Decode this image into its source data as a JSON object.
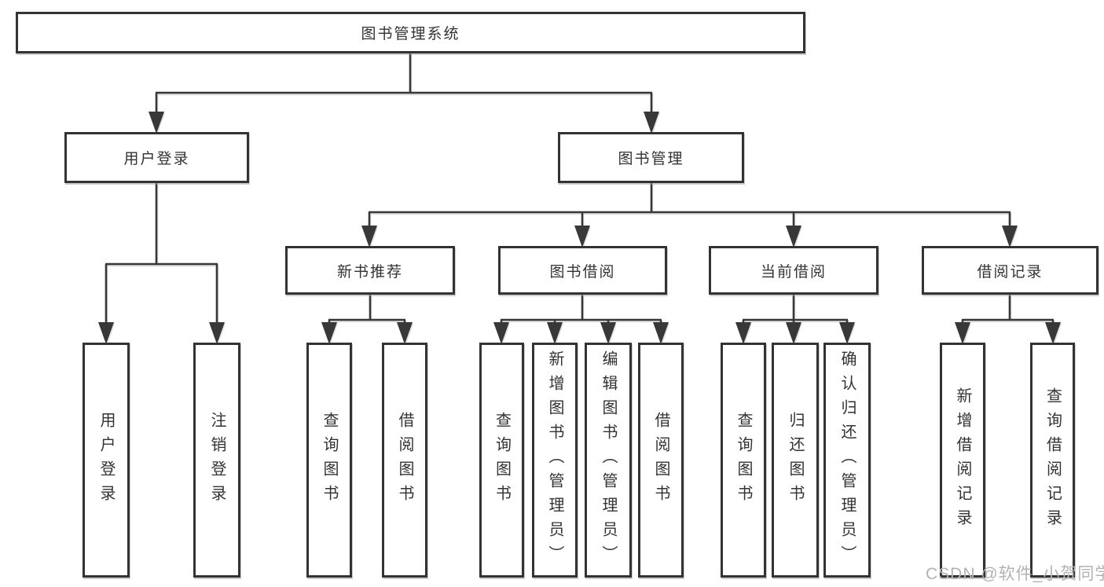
{
  "colors": {
    "line": "#383838",
    "box_border": "#333333",
    "box_fill": "#ffffff",
    "text": "#333333",
    "watermark": "#b3b3b3"
  },
  "watermark": {
    "text": "CSDN @软件_小贺同学"
  },
  "diagram": {
    "root": {
      "label": "图书管理系统"
    },
    "branches": [
      {
        "label": "用户登录",
        "children": [
          {
            "label": "用户登录"
          },
          {
            "label": "注销登录"
          }
        ]
      },
      {
        "label": "图书管理",
        "children": [
          {
            "label": "新书推荐",
            "children": [
              {
                "label": "查询图书"
              },
              {
                "label": "借阅图书"
              }
            ]
          },
          {
            "label": "图书借阅",
            "children": [
              {
                "label": "查询图书"
              },
              {
                "label": "新增图书（管理员）"
              },
              {
                "label": "编辑图书（管理员）"
              },
              {
                "label": "借阅图书"
              }
            ]
          },
          {
            "label": "当前借阅",
            "children": [
              {
                "label": "查询图书"
              },
              {
                "label": "归还图书"
              },
              {
                "label": "确认归还（管理员）"
              }
            ]
          },
          {
            "label": "借阅记录",
            "children": [
              {
                "label": "新增借阅记录"
              },
              {
                "label": "查询借阅记录"
              }
            ]
          }
        ]
      }
    ]
  }
}
